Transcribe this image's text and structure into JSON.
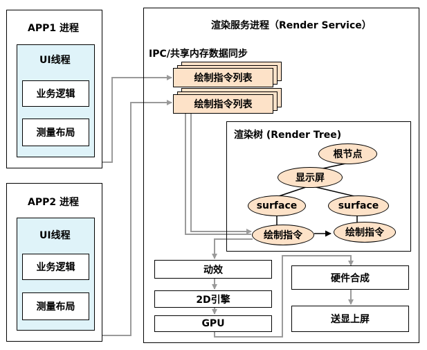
{
  "app1": {
    "title": "APP1 进程",
    "ui_thread": "UI线程",
    "business_logic": "业务逻辑",
    "measure_layout": "测量布局"
  },
  "app2": {
    "title": "APP2 进程",
    "ui_thread": "UI线程",
    "business_logic": "业务逻辑",
    "measure_layout": "测量布局"
  },
  "render_service": {
    "title": "渲染服务进程（Render Service）",
    "ipc_label": "IPC/共享内存数据同步",
    "draw_list_1": "绘制指令列表",
    "draw_list_2": "绘制指令列表",
    "render_tree": {
      "title": "渲染树 (Render Tree)",
      "root": "根节点",
      "display": "显示屏",
      "surface_left": "surface",
      "surface_right": "surface",
      "draw_cmd_left": "绘制指令",
      "draw_cmd_right": "绘制指令"
    },
    "pipeline": {
      "animation": "动效",
      "engine_2d": "2D引擎",
      "gpu": "GPU",
      "hw_compose": "硬件合成",
      "send_display": "送显上屏"
    }
  },
  "colors": {
    "ui_thread_fill": "#dff3f9",
    "stack_fill": "#fde2c8",
    "flow_line": "#9a9a9a",
    "tree_line": "#000000"
  }
}
